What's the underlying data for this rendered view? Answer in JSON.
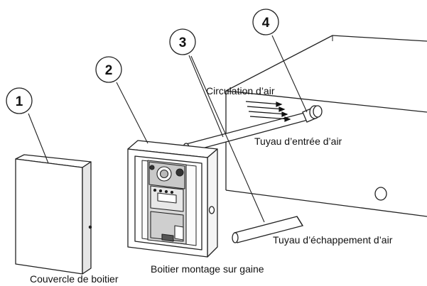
{
  "callouts": [
    "1",
    "2",
    "3",
    "4"
  ],
  "labels": {
    "cover": "Couvercle de boitier",
    "box": "Boitier montage sur gaine",
    "airflow": "Circulation d’air",
    "inlet": "Tuyau d’entrée d’air",
    "exhaust": "Tuyau d’échappement d’air"
  }
}
